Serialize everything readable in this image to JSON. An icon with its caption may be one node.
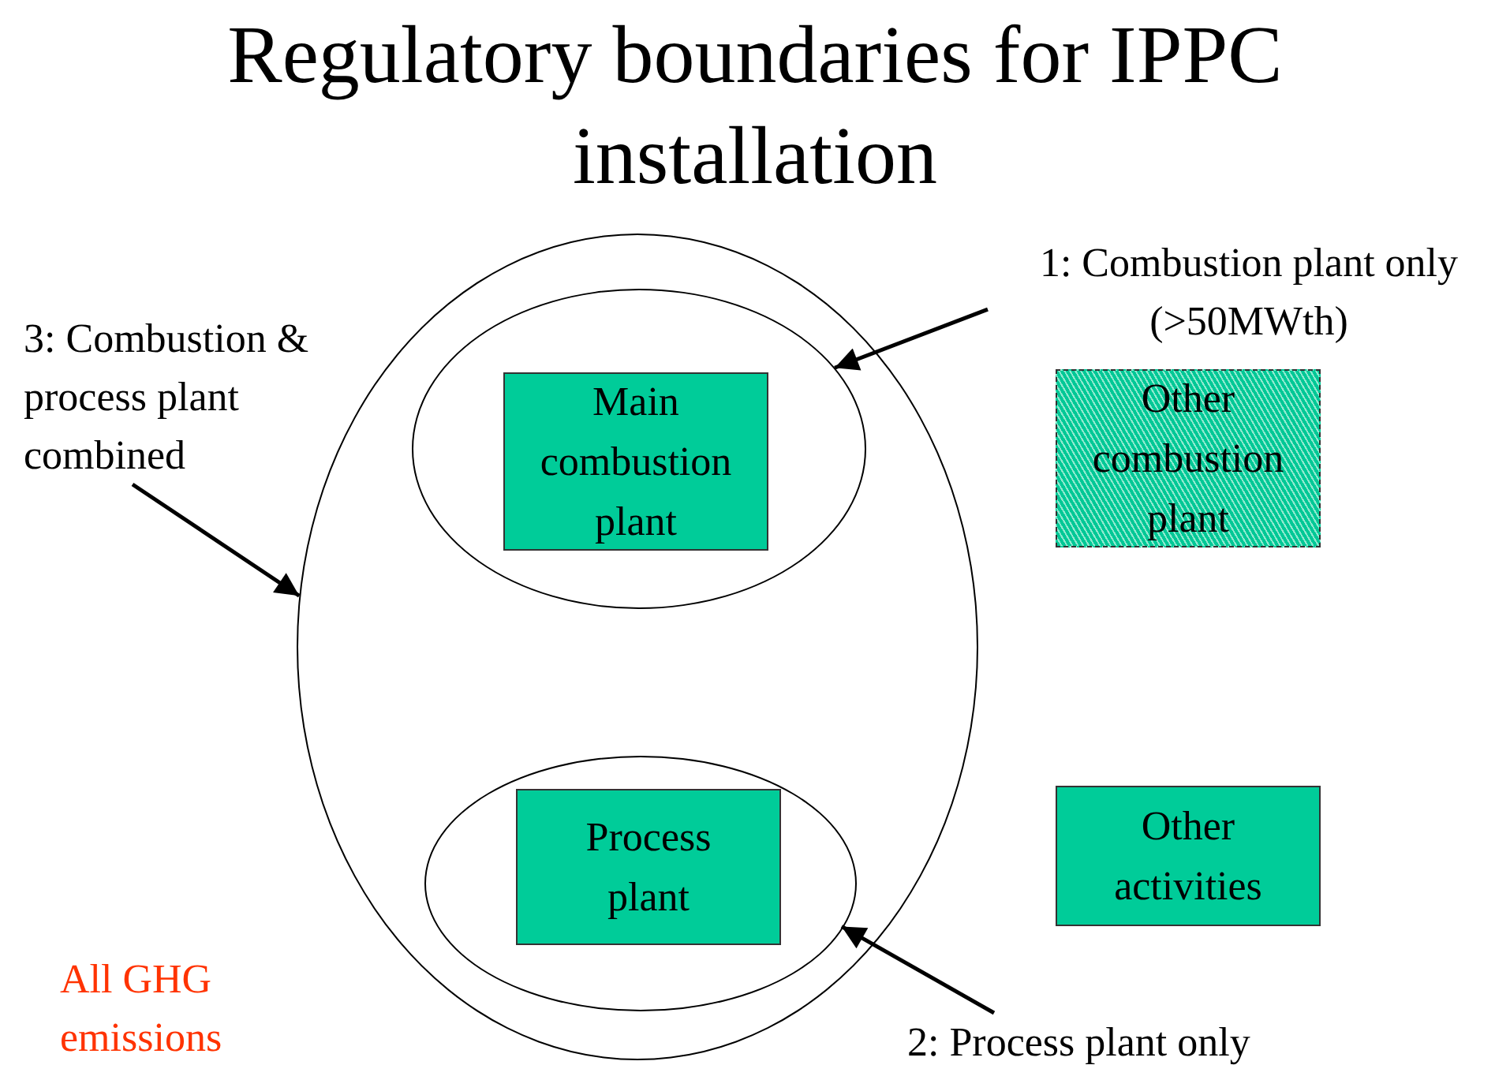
{
  "diagram": {
    "title": "Regulatory boundaries for IPPC installation",
    "nodes": [
      {
        "text": [],
        "shape": "ellipse"
      },
      {
        "text": [],
        "shape": "ellipse",
        "in": 0
      },
      {
        "text": [
          "Main combustion plant"
        ],
        "in": 1
      },
      {
        "text": [],
        "shape": "ellipse",
        "in": 0
      },
      {
        "text": [
          "Process plant"
        ],
        "in": 3
      },
      {
        "text": [
          "Other combustion plant"
        ]
      },
      {
        "text": [
          "Other activities"
        ]
      },
      {
        "text": [
          "1: Combustion plant only (>50MWth)"
        ]
      },
      {
        "text": [
          "3: Combustion & process plant combined"
        ]
      },
      {
        "text": [
          "2: Process plant only"
        ]
      }
    ],
    "edges": [
      {
        "from": 7,
        "to": 1,
        "arrow": "to"
      },
      {
        "from": 8,
        "to": 0,
        "arrow": "to"
      },
      {
        "from": 9,
        "to": 3,
        "arrow": "to"
      }
    ],
    "labels": [
      "All GHG emissions"
    ]
  }
}
